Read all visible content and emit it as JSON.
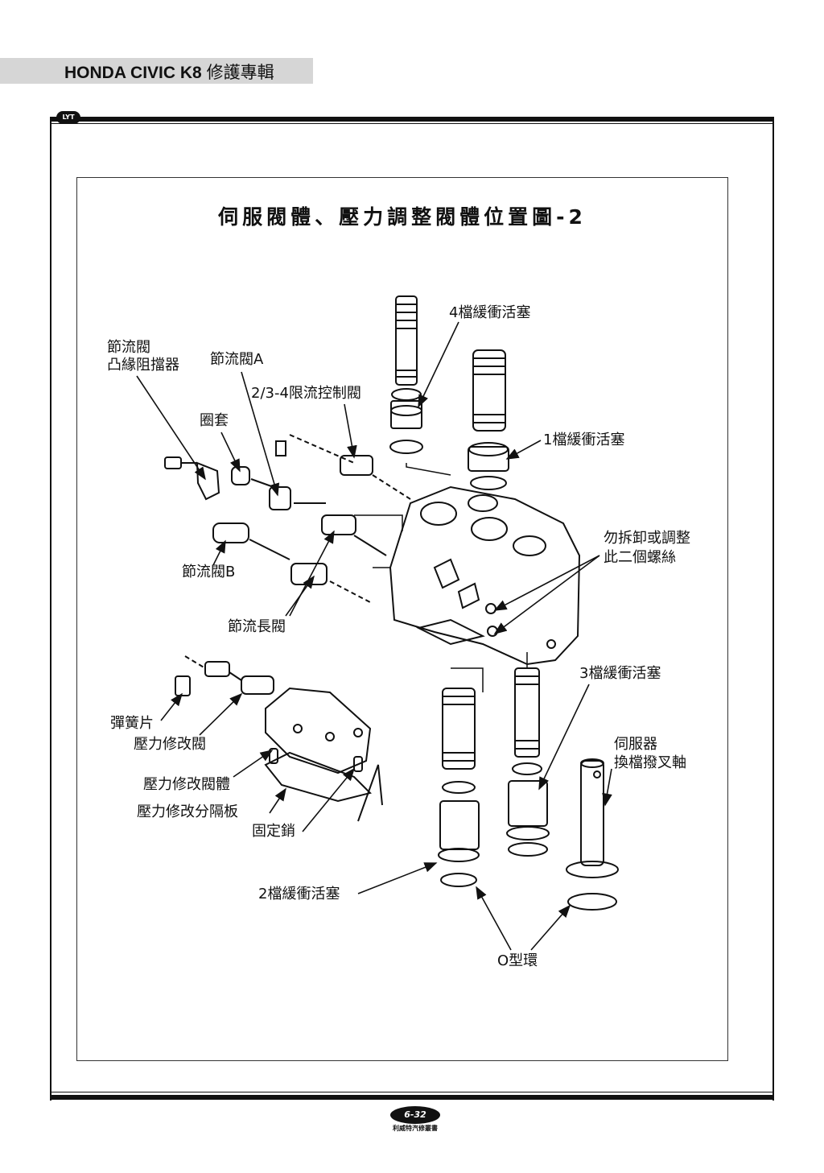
{
  "header": {
    "brand": "HONDA CIVIC K8",
    "subtitle": "修護專輯"
  },
  "logo_text": "LYT",
  "diagram": {
    "title": "伺服閥體、壓力調整閥體位置圖-2",
    "labels": {
      "piston_4": "4檔緩衝活塞",
      "throttle_cam_stopper_1": "節流閥",
      "throttle_cam_stopper_2": "凸緣阻擋器",
      "throttle_valve_a": "節流閥A",
      "limit_valve": "2/3-4限流控制閥",
      "sleeve": "圈套",
      "piston_1": "1檔緩衝活塞",
      "no_remove_1": "勿拆卸或調整",
      "no_remove_2": "此二個螺絲",
      "throttle_valve_b": "節流閥B",
      "throttle_long_valve": "節流長閥",
      "piston_3": "3檔緩衝活塞",
      "spring_plate": "彈簧片",
      "pressure_mod_valve": "壓力修改閥",
      "servo_1": "伺服器",
      "servo_2": "換檔撥叉軸",
      "pressure_mod_body": "壓力修改閥體",
      "pressure_mod_plate": "壓力修改分隔板",
      "dowel_pin": "固定銷",
      "piston_2": "2檔緩衝活塞",
      "o_ring": "O型環"
    }
  },
  "footer": {
    "page_number": "6-32",
    "publisher": "利威特汽修叢書"
  }
}
